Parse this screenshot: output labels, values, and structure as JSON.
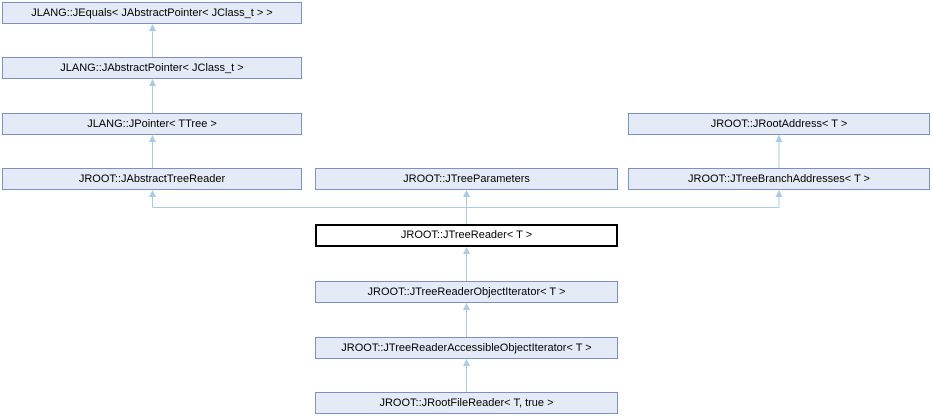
{
  "diagram": {
    "type": "doxygen-class-inheritance-graph",
    "nodes": [
      {
        "id": "jequals",
        "label": "JLANG::JEquals< JAbstractPointer< JClass_t > >",
        "current": false
      },
      {
        "id": "jabstractpointer",
        "label": "JLANG::JAbstractPointer< JClass_t >",
        "current": false
      },
      {
        "id": "jpointer",
        "label": "JLANG::JPointer< TTree >",
        "current": false
      },
      {
        "id": "jabstracttreereader",
        "label": "JROOT::JAbstractTreeReader",
        "current": false
      },
      {
        "id": "jtreeparameters",
        "label": "JROOT::JTreeParameters",
        "current": false
      },
      {
        "id": "jrootaddress",
        "label": "JROOT::JRootAddress< T >",
        "current": false
      },
      {
        "id": "jtreebranchaddresses",
        "label": "JROOT::JTreeBranchAddresses< T >",
        "current": false
      },
      {
        "id": "jtreereader",
        "label": "JROOT::JTreeReader< T >",
        "current": true
      },
      {
        "id": "jtreereaderobjectiterator",
        "label": "JROOT::JTreeReaderObjectIterator< T >",
        "current": false
      },
      {
        "id": "jtreereaderaccessibleobjectiterator",
        "label": "JROOT::JTreeReaderAccessibleObjectIterator< T >",
        "current": false
      },
      {
        "id": "jrootfilereader",
        "label": "JROOT::JRootFileReader< T, true >",
        "current": false
      }
    ],
    "edges": [
      {
        "child": "jabstractpointer",
        "parent": "jequals",
        "type": "public-inheritance"
      },
      {
        "child": "jpointer",
        "parent": "jabstractpointer",
        "type": "public-inheritance"
      },
      {
        "child": "jabstracttreereader",
        "parent": "jpointer",
        "type": "public-inheritance"
      },
      {
        "child": "jtreebranchaddresses",
        "parent": "jrootaddress",
        "type": "public-inheritance"
      },
      {
        "child": "jtreereader",
        "parent": "jabstracttreereader",
        "type": "public-inheritance"
      },
      {
        "child": "jtreereader",
        "parent": "jtreeparameters",
        "type": "public-inheritance"
      },
      {
        "child": "jtreereader",
        "parent": "jtreebranchaddresses",
        "type": "public-inheritance"
      },
      {
        "child": "jtreereaderobjectiterator",
        "parent": "jtreereader",
        "type": "public-inheritance"
      },
      {
        "child": "jtreereaderaccessibleobjectiterator",
        "parent": "jtreereaderobjectiterator",
        "type": "public-inheritance"
      },
      {
        "child": "jrootfilereader",
        "parent": "jtreereaderaccessibleobjectiterator",
        "type": "public-inheritance"
      }
    ]
  },
  "colors": {
    "background": "#ffffff",
    "node_fill": "#e4eaf6",
    "node_border": "#7e90c3",
    "current_node_fill": "#ffffff",
    "current_node_border": "#000000",
    "edge_color": "#a9cce3",
    "text_color": "#000000"
  }
}
